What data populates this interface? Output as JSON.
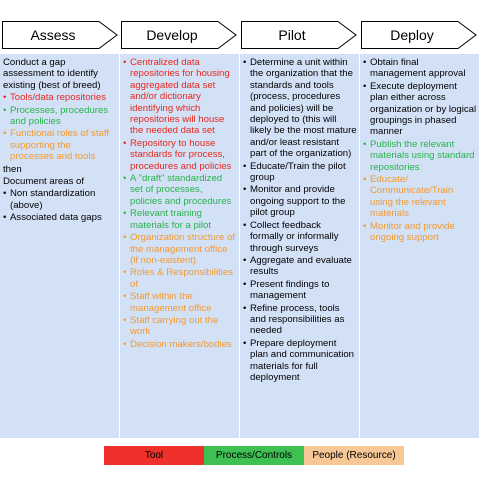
{
  "phases": [
    {
      "title": "Assess",
      "items": [
        {
          "text": "Conduct a gap assessment to identify existing (best of breed)",
          "color": "black",
          "bullet": false
        },
        {
          "text": "Tools/data repositories",
          "color": "red",
          "bullet": true
        },
        {
          "text": "Processes, procedures and policies",
          "color": "green",
          "bullet": true
        },
        {
          "text": "Functional roles of staff supporting the processes and tools",
          "color": "orange",
          "bullet": true
        },
        {
          "text": "then",
          "color": "black",
          "bullet": false
        },
        {
          "text": "Document areas of",
          "color": "black",
          "bullet": false
        },
        {
          "text": "Non standardization (above)",
          "color": "black",
          "bullet": true
        },
        {
          "text": "Associated data gaps",
          "color": "black",
          "bullet": true
        }
      ]
    },
    {
      "title": "Develop",
      "items": [
        {
          "text": "Centralized data repositories for housing aggregated data set and/or dictionary identifying which repositories will house the needed data set",
          "color": "red",
          "bullet": true
        },
        {
          "text": "Repository to house standards for process, procedures and policies",
          "color": "red",
          "bullet": true
        },
        {
          "text": "A \"draft\" standardized set of processes, policies and procedures",
          "color": "green",
          "bullet": true
        },
        {
          "text": "Relevant training materials for a pilot",
          "color": "green",
          "bullet": true
        },
        {
          "text": "Organization structure of the management office (if non-existent)",
          "color": "orange",
          "bullet": true
        },
        {
          "text": "Roles & Responsibilities of",
          "color": "orange",
          "bullet": true
        },
        {
          "text": "Staff within the management office",
          "color": "orange",
          "bullet": true
        },
        {
          "text": "Staff carrying out the work",
          "color": "orange",
          "bullet": true
        },
        {
          "text": "Decision makers/bodies",
          "color": "orange",
          "bullet": true
        }
      ]
    },
    {
      "title": "Pilot",
      "items": [
        {
          "text": "Determine a unit within the organization that the standards and tools (process, procedures and policies) will be deployed to (this will likely be the most mature and/or least resistant part of the organization)",
          "color": "black",
          "bullet": true
        },
        {
          "text": "Educate/Train the pilot group",
          "color": "black",
          "bullet": true
        },
        {
          "text": "Monitor and provide ongoing support to the pilot group",
          "color": "black",
          "bullet": true
        },
        {
          "text": "Collect feedback formally or informally through surveys",
          "color": "black",
          "bullet": true
        },
        {
          "text": "Aggregate and evaluate results",
          "color": "black",
          "bullet": true
        },
        {
          "text": "Present findings to management",
          "color": "black",
          "bullet": true
        },
        {
          "text": "Refine process, tools and responsibilities as needed",
          "color": "black",
          "bullet": true
        },
        {
          "text": "Prepare deployment plan and communication materials for full deployment",
          "color": "black",
          "bullet": true
        }
      ]
    },
    {
      "title": "Deploy",
      "items": [
        {
          "text": "Obtain final management approval",
          "color": "black",
          "bullet": true
        },
        {
          "text": "Execute deployment plan either across organization or by logical groupings in phased manner",
          "color": "black",
          "bullet": true
        },
        {
          "text": "Publish the relevant materials using standard repositories",
          "color": "green",
          "bullet": true
        },
        {
          "text": "Educate/ Communicate/Train using the relevant materials",
          "color": "orange",
          "bullet": true
        },
        {
          "text": "Monitor and provide ongoing support",
          "color": "orange",
          "bullet": true
        }
      ]
    }
  ],
  "legend": [
    {
      "label": "Tool",
      "color": "#f0312b"
    },
    {
      "label": "Process/Controls",
      "color": "#3ec052"
    },
    {
      "label": "People (Resource)",
      "color": "#f7c795"
    }
  ],
  "colors": {
    "arrow_fill": "#ffffff",
    "arrow_stroke": "#000000",
    "column_bg": "#d3e1f7",
    "column_border": "#ffffff",
    "text_red": "#e8271b",
    "text_green": "#27b34a",
    "text_orange": "#f39a2e"
  }
}
